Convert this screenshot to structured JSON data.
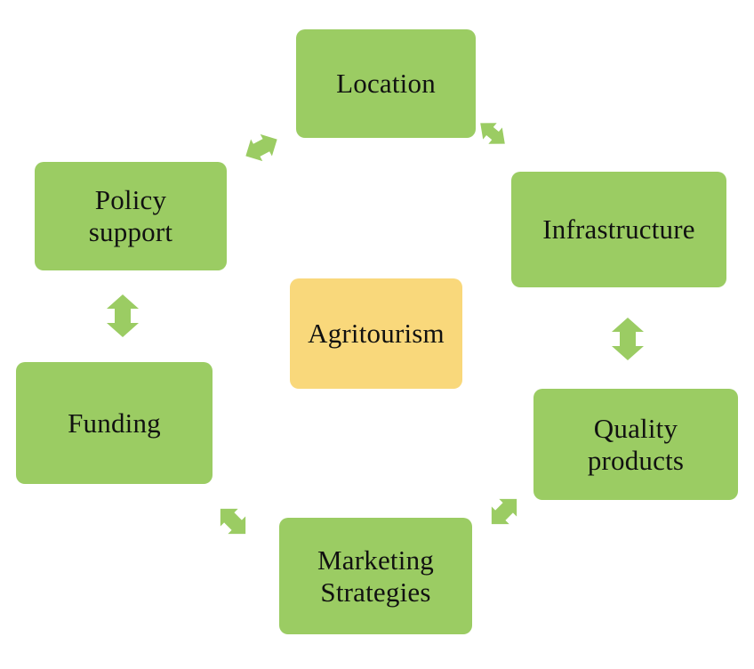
{
  "colors": {
    "node_fill": "#9bcc63",
    "center_fill": "#f9d87b",
    "arrow_fill": "#9bcc63",
    "text": "#111111"
  },
  "diagram": {
    "center": {
      "label": "Agritourism"
    },
    "nodes": [
      {
        "id": "location",
        "lines": [
          "Location"
        ]
      },
      {
        "id": "infrastructure",
        "lines": [
          "Infrastructure"
        ]
      },
      {
        "id": "quality-products",
        "lines": [
          "Quality",
          "products"
        ]
      },
      {
        "id": "marketing-strategies",
        "lines": [
          "Marketing",
          "Strategies"
        ]
      },
      {
        "id": "funding",
        "lines": [
          "Funding"
        ]
      },
      {
        "id": "policy-support",
        "lines": [
          "Policy",
          "support"
        ]
      }
    ],
    "connectors": [
      {
        "from": "location",
        "to": "infrastructure",
        "style": "double-headed"
      },
      {
        "from": "infrastructure",
        "to": "quality-products",
        "style": "double-headed"
      },
      {
        "from": "quality-products",
        "to": "marketing-strategies",
        "style": "double-headed"
      },
      {
        "from": "marketing-strategies",
        "to": "funding",
        "style": "double-headed"
      },
      {
        "from": "funding",
        "to": "policy-support",
        "style": "double-headed"
      },
      {
        "from": "policy-support",
        "to": "location",
        "style": "double-headed"
      }
    ]
  }
}
